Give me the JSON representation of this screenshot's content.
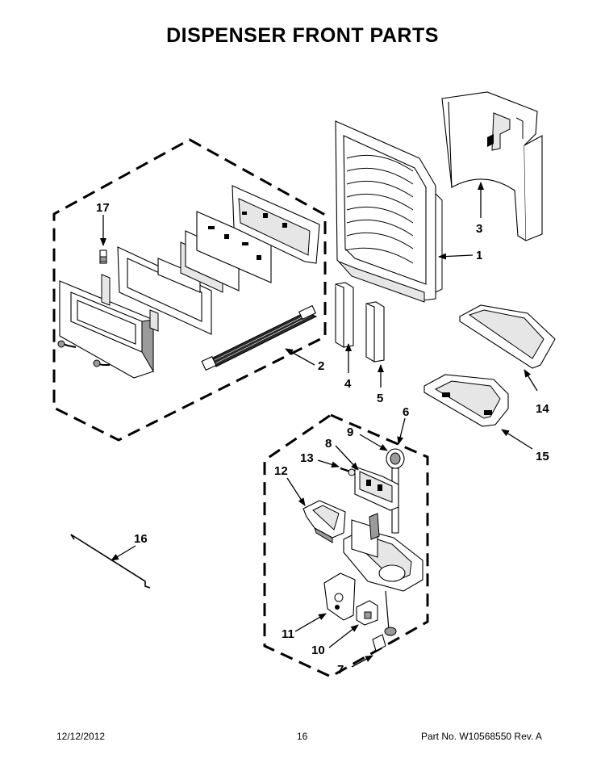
{
  "title": "DISPENSER FRONT PARTS",
  "callouts": [
    "1",
    "2",
    "3",
    "4",
    "5",
    "6",
    "7",
    "8",
    "9",
    "10",
    "11",
    "12",
    "13",
    "14",
    "15",
    "16",
    "17"
  ],
  "footer": {
    "date": "12/12/2012",
    "page": "16",
    "part": "Part No.  W10568550  Rev.  A"
  }
}
